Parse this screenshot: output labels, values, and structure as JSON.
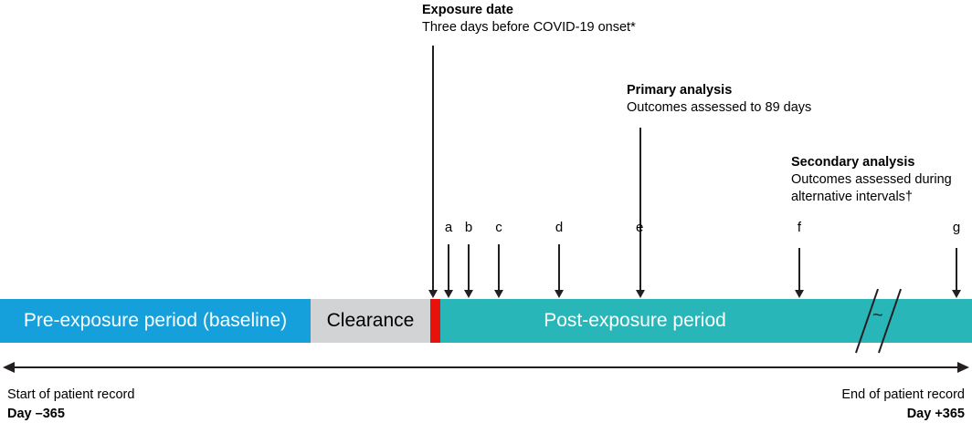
{
  "figure": {
    "type": "timeline-diagram",
    "title_callouts": [
      {
        "id": "exposure",
        "title": "Exposure date",
        "subtitle": "Three days before COVID-19 onset*"
      },
      {
        "id": "primary",
        "title": "Primary analysis",
        "subtitle": "Outcomes assessed to 89 days"
      },
      {
        "id": "secondary",
        "title": "Secondary analysis",
        "subtitle_line1": "Outcomes assessed during",
        "subtitle_line2": "alternative intervals†"
      }
    ],
    "markers": [
      {
        "letter": "a"
      },
      {
        "letter": "b"
      },
      {
        "letter": "c"
      },
      {
        "letter": "d"
      },
      {
        "letter": "e"
      },
      {
        "letter": "f"
      },
      {
        "letter": "g"
      }
    ],
    "bar_segments": [
      {
        "id": "pre-exposure",
        "label": "Pre-exposure period (baseline)",
        "color": "#159fdb"
      },
      {
        "id": "clearance",
        "label": "Clearance",
        "color": "#d2d3d5"
      },
      {
        "id": "exposure-date",
        "label": "",
        "color": "#e8120c"
      },
      {
        "id": "post-exposure",
        "label": "Post-exposure period",
        "color": "#29b6b8"
      }
    ],
    "axis_break_symbol": "~",
    "endpoints": {
      "start": {
        "description": "Start of patient record",
        "day": "Day –365"
      },
      "end": {
        "description": "End of patient record",
        "day": "Day +365"
      }
    },
    "colors": {
      "pre_exposure": "#159fdb",
      "clearance": "#d2d3d5",
      "exposure_date": "#e8120c",
      "post_exposure": "#29b6b8",
      "ink": "#231f20"
    }
  }
}
